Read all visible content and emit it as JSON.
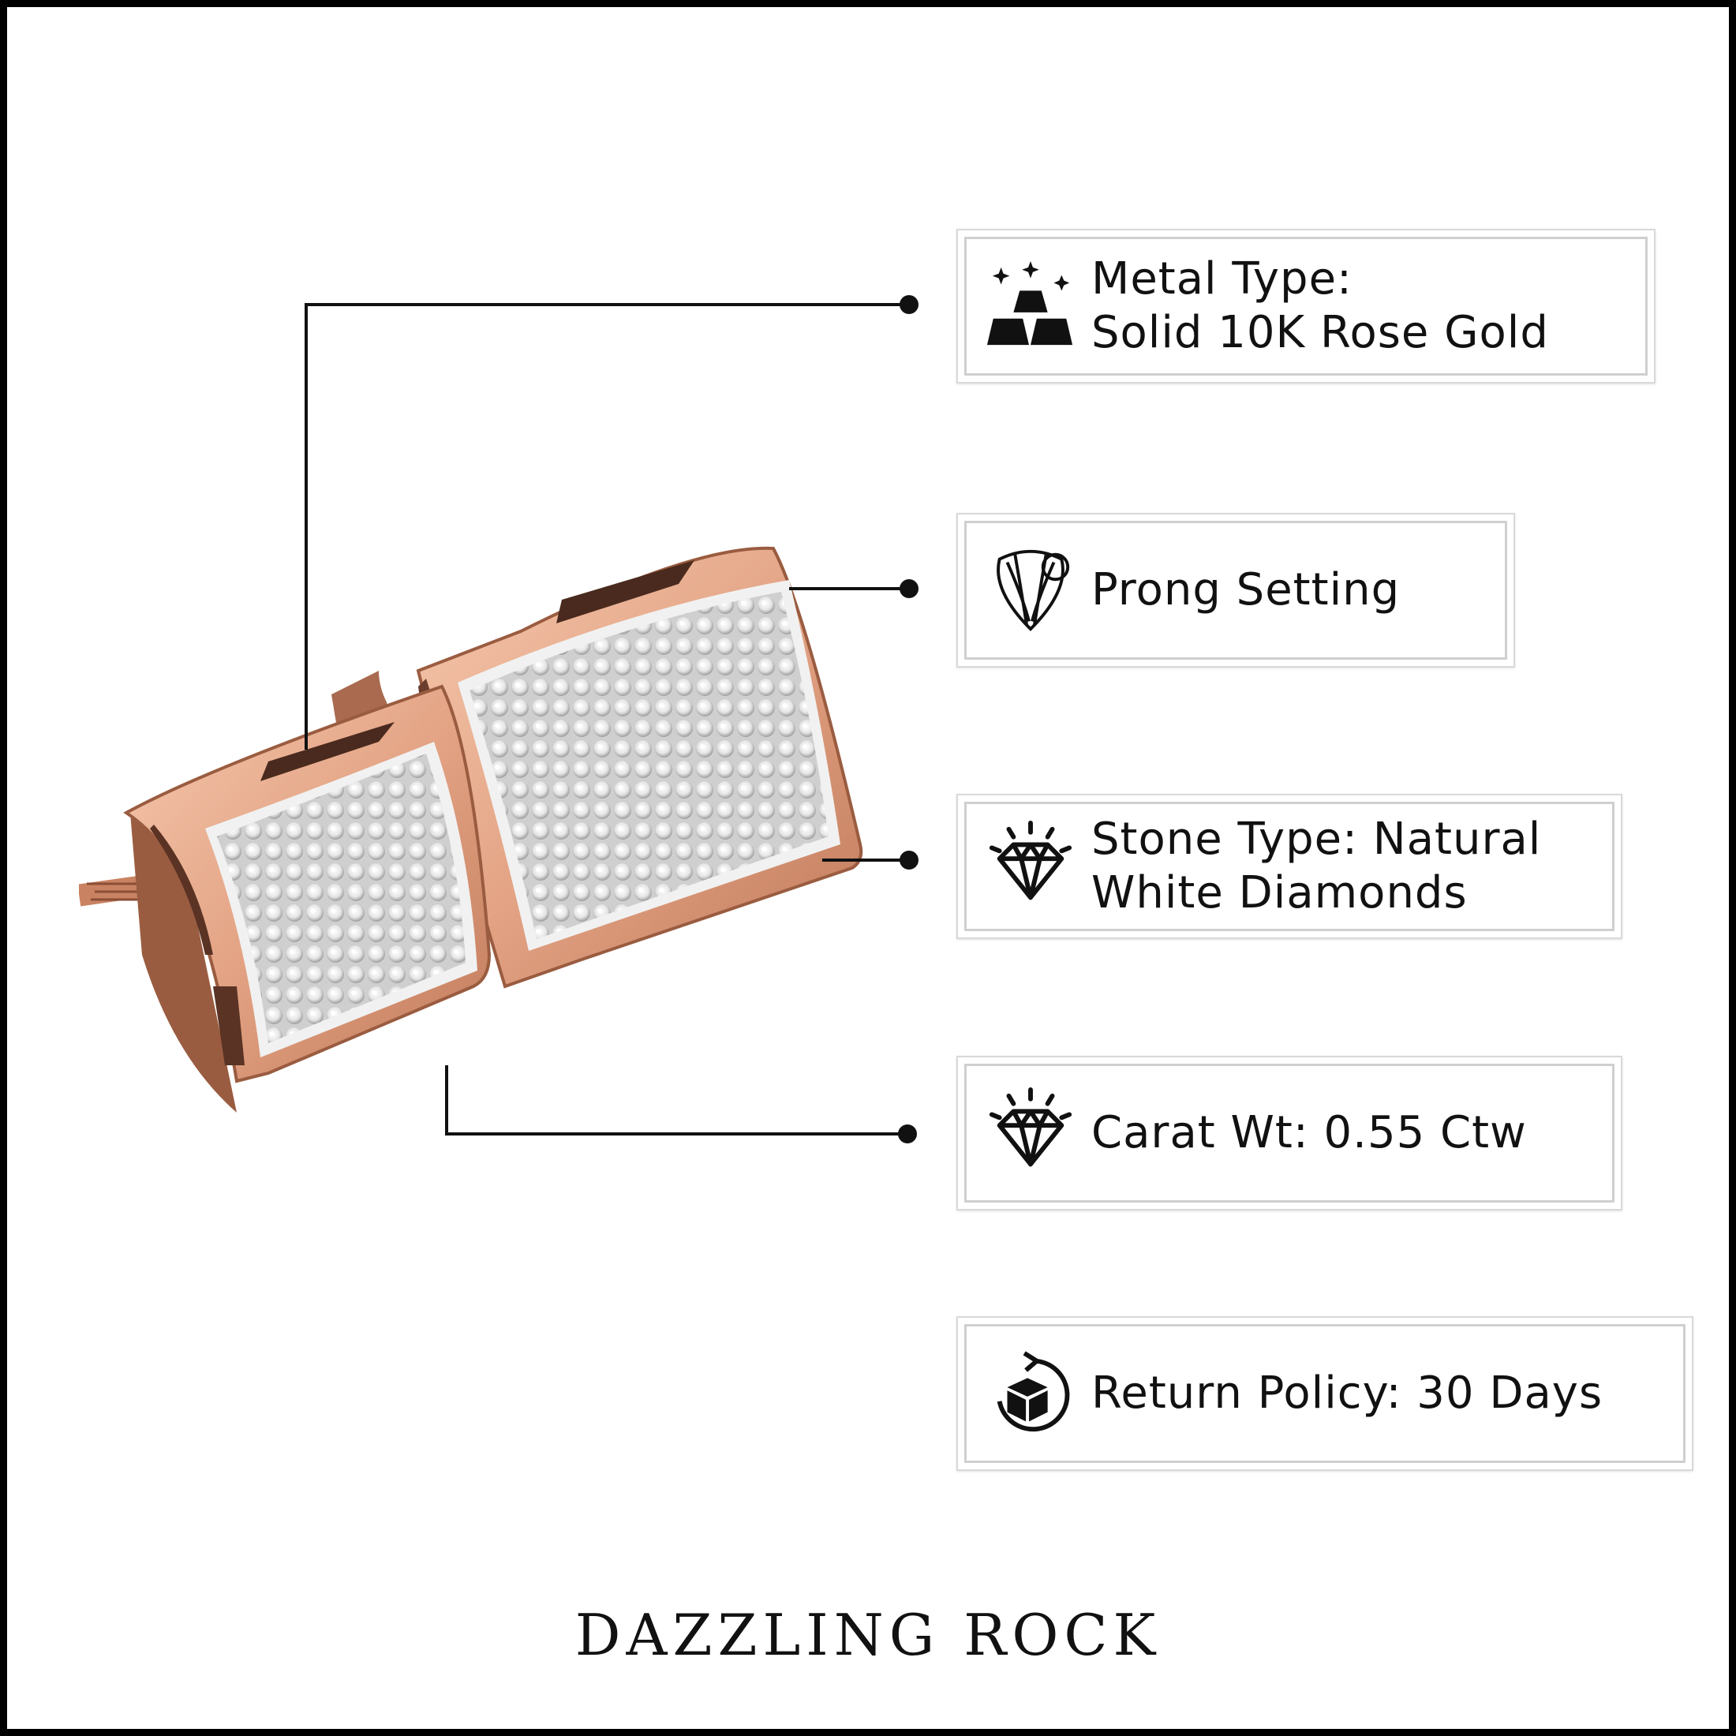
{
  "features": [
    {
      "id": "metal",
      "icon": "gold-bars-icon",
      "lines": [
        "Metal Type:",
        "Solid 10K Rose Gold"
      ]
    },
    {
      "id": "setting",
      "icon": "prong-setting-icon",
      "lines": [
        "Prong Setting"
      ]
    },
    {
      "id": "stone",
      "icon": "diamond-icon",
      "lines": [
        "Stone Type: Natural",
        "White Diamonds"
      ]
    },
    {
      "id": "carat",
      "icon": "diamond-icon",
      "lines": [
        "Carat Wt: 0.55 Ctw"
      ]
    },
    {
      "id": "return",
      "icon": "return-box-icon",
      "lines": [
        "Return Policy: 30 Days"
      ]
    }
  ],
  "brand": "DAZZLING ROCK",
  "colors": {
    "rose_gold": "#e7a888",
    "rose_gold_dark": "#b96f4f",
    "leader_line": "#111111"
  }
}
